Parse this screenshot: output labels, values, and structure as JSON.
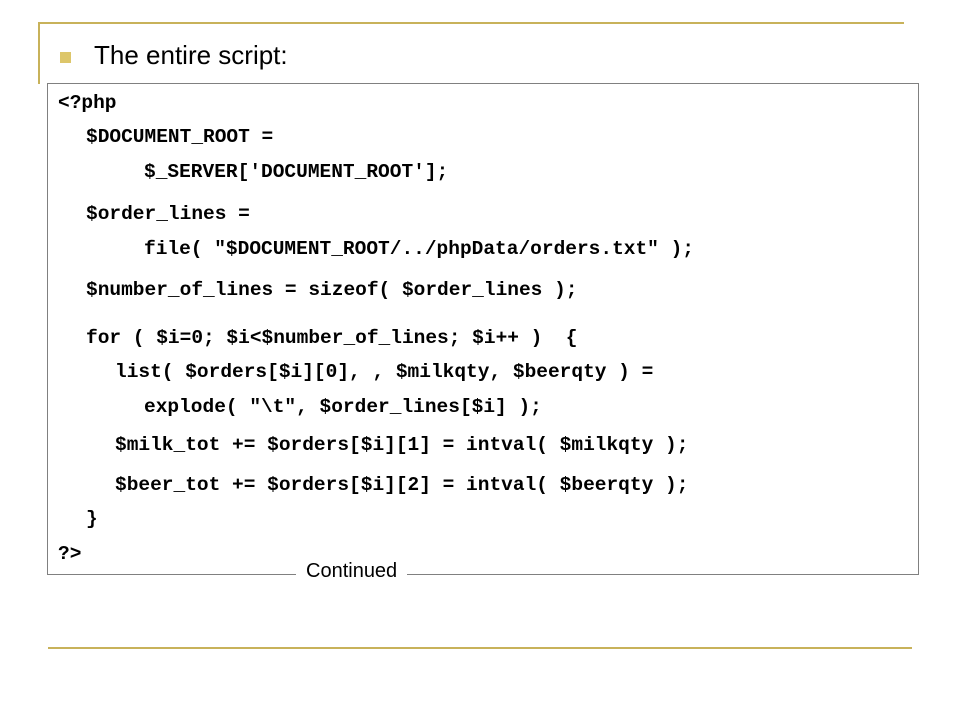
{
  "slide": {
    "heading": "The entire script:",
    "code_lines": [
      "<?php",
      "$DOCUMENT_ROOT =",
      "$_SERVER['DOCUMENT_ROOT'];",
      "$order_lines =",
      "file( \"$DOCUMENT_ROOT/../phpData/orders.txt\" );",
      "$number_of_lines = sizeof( $order_lines );",
      "for ( $i=0; $i<$number_of_lines; $i++ )  {",
      "list( $orders[$i][0], , $milkqty, $beerqty ) =",
      "explode( \"\\t\", $order_lines[$i] );",
      "$milk_tot += $orders[$i][1] = intval( $milkqty );",
      "$beer_tot += $orders[$i][2] = intval( $beerqty );",
      "}",
      "?>"
    ],
    "continued_label": "Continued"
  }
}
